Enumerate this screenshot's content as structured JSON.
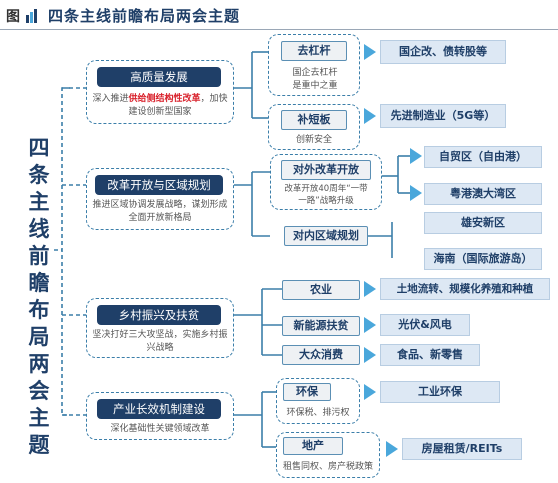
{
  "header": {
    "figure_tag": "图",
    "title": "四条主线前瞻布局两会主题"
  },
  "main_title": "四条主线前瞻布局两会主题",
  "colors": {
    "navy": "#1f3f68",
    "dash": "#3b7ea9",
    "arrow": "#4aa7db",
    "result_bg": "#dde8f4",
    "highlight": "#d9232d"
  },
  "themes": [
    {
      "label": "高质量发展",
      "desc_pre": "深入推进",
      "desc_red": "供给侧结构性改革",
      "desc_post": "，加快建设创新型国家",
      "branches": [
        {
          "label": "去杠杆",
          "note": "国企去杠杆是重中之重"
        },
        {
          "label": "补短板",
          "note": "创新安全"
        }
      ]
    },
    {
      "label": "改革开放与区域规划",
      "desc": "推进区域协调发展战略，谋划形成全面开放新格局",
      "branches": [
        {
          "label": "对外改革开放",
          "note": "改革开放40周年“一带一路”战略升级"
        },
        {
          "label": "对内区域规划"
        }
      ]
    },
    {
      "label": "乡村振兴及扶贫",
      "desc": "坚决打好三大攻坚战，实施乡村振兴战略",
      "branches": [
        {
          "label": "农业"
        },
        {
          "label": "新能源扶贫"
        },
        {
          "label": "大众消费"
        }
      ]
    },
    {
      "label": "产业长效机制建设",
      "desc": "深化基础性关键领域改革",
      "branches": [
        {
          "label": "环保",
          "note": "环保税、排污权"
        },
        {
          "label": "地产",
          "note": "租售同权、房产税政策"
        }
      ]
    }
  ],
  "results": {
    "r1": "国企改、债转股等",
    "r2": "先进制造业（5G等）",
    "r3": "自贸区（自由港）",
    "r4": "粤港澳大湾区",
    "r5": "雄安新区",
    "r6": "海南（国际旅游岛）",
    "r7": "土地流转、规模化养殖和种植",
    "r8": "光伏&风电",
    "r9": "食品、新零售",
    "r10": "工业环保",
    "r11": "房屋租赁/REITs"
  }
}
